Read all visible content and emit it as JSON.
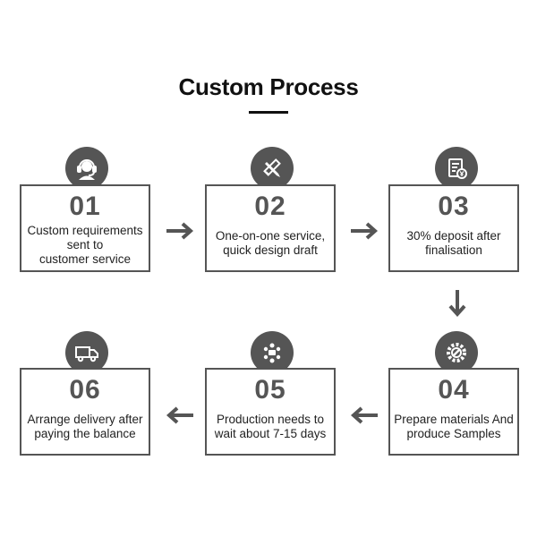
{
  "title": "Custom Process",
  "colors": {
    "box_border": "#555555",
    "icon_bg": "#555555",
    "number": "#555555",
    "arrow": "#555555"
  },
  "steps": [
    {
      "number": "01",
      "text": "Custom requirements\nsent to\ncustomer service",
      "icon": "customer-service-headset-icon"
    },
    {
      "number": "02",
      "text": "One-on-one service,\nquick design draft",
      "icon": "design-pencil-ruler-icon"
    },
    {
      "number": "03",
      "text": "30% deposit after\nfinalisation",
      "icon": "invoice-yen-icon"
    },
    {
      "number": "04",
      "text": "Prepare materials And\nproduce Samples",
      "icon": "gear-wrench-icon"
    },
    {
      "number": "05",
      "text": "Production needs to\nwait about 7-15 days",
      "icon": "team-meeting-icon"
    },
    {
      "number": "06",
      "text": "Arrange delivery after\npaying the balance",
      "icon": "delivery-truck-icon"
    }
  ]
}
